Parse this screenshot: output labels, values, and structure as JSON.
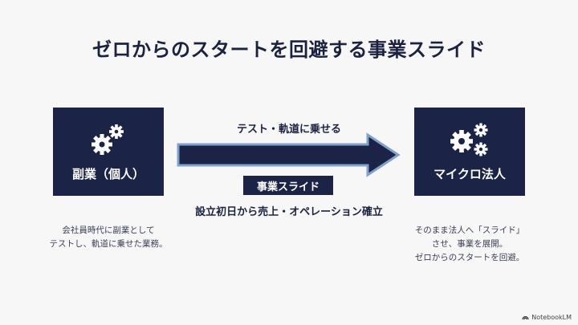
{
  "slide": {
    "title": "ゼロからのスタートを回避する事業スライド"
  },
  "left_box": {
    "icon": "gears-icon",
    "label": "副業（個人）",
    "description_line1": "会社員時代に副業として",
    "description_line2": "テストし、軌道に乗せた業務。"
  },
  "right_box": {
    "icon": "gears-icon",
    "label": "マイクロ法人",
    "description_line1": "そのまま法人へ「スライド」",
    "description_line2": "させ、事業を展開。",
    "description_line3": "ゼロからのスタートを回避。"
  },
  "arrow": {
    "top_label": "テスト・軌道に乗せる",
    "pill_label": "事業スライド",
    "bottom_label": "設立初日から売上・オペレーション確立",
    "fill_color": "#1b2446",
    "outline_color": "#7fa1cc"
  },
  "branding": {
    "name": "NotebookLM"
  }
}
